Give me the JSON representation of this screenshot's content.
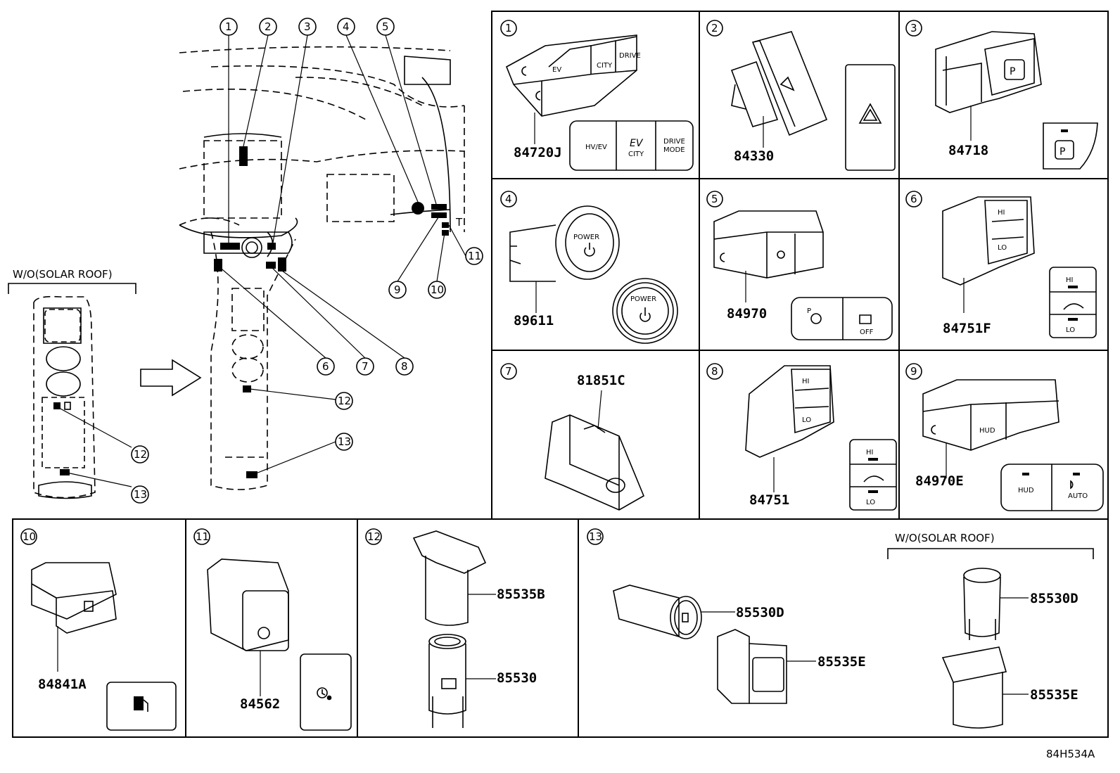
{
  "overview": {
    "callouts": [
      "1",
      "2",
      "3",
      "4",
      "5",
      "6",
      "7",
      "8",
      "9",
      "10",
      "11",
      "12",
      "13"
    ],
    "wo_label": "W/O(SOLAR ROOF)",
    "inset_callouts": [
      "12",
      "13"
    ]
  },
  "panels": {
    "p1": {
      "num": "1",
      "part": "84720J",
      "icons": [
        "HV EV",
        "EV CITY",
        "DRIVE MODE"
      ]
    },
    "p2": {
      "num": "2",
      "part": "84330"
    },
    "p3": {
      "num": "3",
      "part": "84718",
      "icon": "P"
    },
    "p4": {
      "num": "4",
      "part": "89611",
      "icon": "POWER"
    },
    "p5": {
      "num": "5",
      "part": "84970",
      "icons": [
        "P",
        "OFF"
      ]
    },
    "p6": {
      "num": "6",
      "part": "84751F",
      "icons": [
        "HI",
        "LO"
      ]
    },
    "p7": {
      "num": "7",
      "part": "81851C"
    },
    "p8": {
      "num": "8",
      "part": "84751",
      "icons": [
        "HI",
        "LO"
      ]
    },
    "p9": {
      "num": "9",
      "part": "84970E",
      "icons": [
        "HUD",
        "AUTO"
      ]
    },
    "p10": {
      "num": "10",
      "part": "84841A"
    },
    "p11": {
      "num": "11",
      "part": "84562"
    },
    "p12": {
      "num": "12",
      "parts": [
        "85535B",
        "85530"
      ]
    },
    "p13": {
      "num": "13",
      "parts": [
        "85530D",
        "85535E"
      ],
      "wo_label": "W/O(SOLAR ROOF)",
      "wo_parts": [
        "85530D",
        "85535E"
      ]
    }
  },
  "ref_code": "84H534A"
}
